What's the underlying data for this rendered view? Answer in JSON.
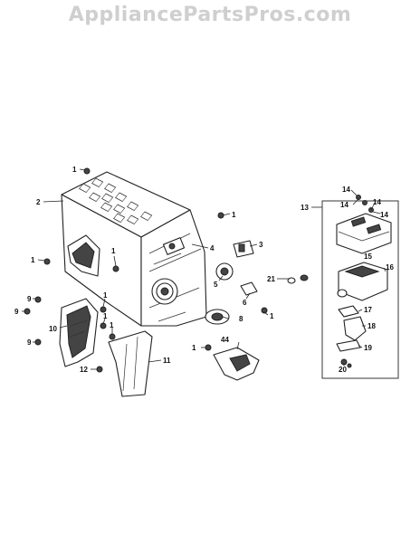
{
  "watermark": "AppliancePartsPros.com",
  "callouts": [
    {
      "id": "c1a",
      "text": "1"
    },
    {
      "id": "c2",
      "text": "2"
    },
    {
      "id": "c1b",
      "text": "1"
    },
    {
      "id": "c1c",
      "text": "1"
    },
    {
      "id": "c3",
      "text": "3"
    },
    {
      "id": "c4",
      "text": "4"
    },
    {
      "id": "c1d",
      "text": "1"
    },
    {
      "id": "c5",
      "text": "5"
    },
    {
      "id": "c6",
      "text": "6"
    },
    {
      "id": "c21",
      "text": "21"
    },
    {
      "id": "c1e",
      "text": "1"
    },
    {
      "id": "c9a",
      "text": "9"
    },
    {
      "id": "c9b",
      "text": "9"
    },
    {
      "id": "c1f",
      "text": "1"
    },
    {
      "id": "c10",
      "text": "10"
    },
    {
      "id": "c1g",
      "text": "1"
    },
    {
      "id": "c8",
      "text": "8"
    },
    {
      "id": "c9c",
      "text": "9"
    },
    {
      "id": "c1h",
      "text": "1"
    },
    {
      "id": "c44",
      "text": "44"
    },
    {
      "id": "c1i",
      "text": "1"
    },
    {
      "id": "c11",
      "text": "11"
    },
    {
      "id": "c12",
      "text": "12"
    },
    {
      "id": "c13",
      "text": "13"
    },
    {
      "id": "c14a",
      "text": "14"
    },
    {
      "id": "c14b",
      "text": "14"
    },
    {
      "id": "c14c",
      "text": "14"
    },
    {
      "id": "c14d",
      "text": "14"
    },
    {
      "id": "c15",
      "text": "15"
    },
    {
      "id": "c16",
      "text": "16"
    },
    {
      "id": "c17",
      "text": "17"
    },
    {
      "id": "c18",
      "text": "18"
    },
    {
      "id": "c19",
      "text": "19"
    },
    {
      "id": "c20",
      "text": "20"
    }
  ]
}
